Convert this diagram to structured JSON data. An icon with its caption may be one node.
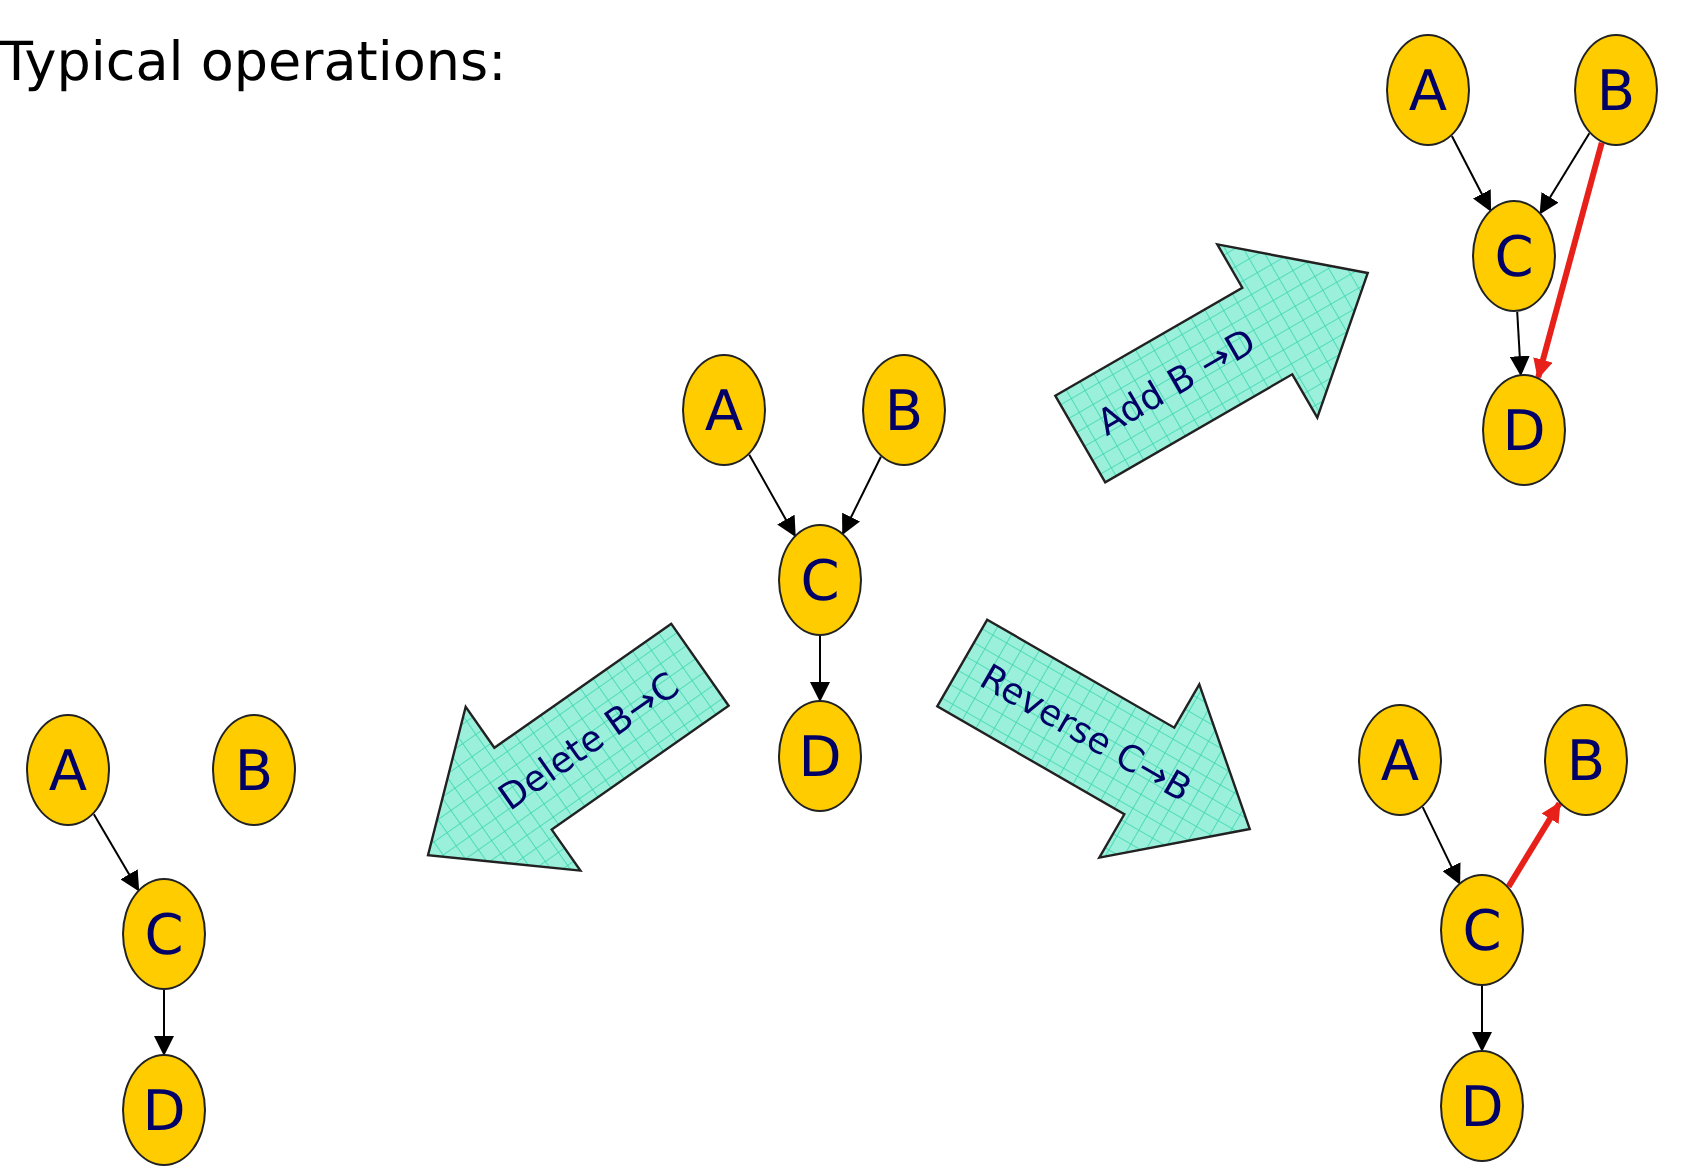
{
  "diagram": {
    "title": "Typical operations:",
    "nodes": [
      {
        "text": [
          "A"
        ]
      },
      {
        "text": [
          "B"
        ]
      },
      {
        "text": [
          "C"
        ]
      },
      {
        "text": [
          "D"
        ]
      },
      {
        "text": [
          "A"
        ]
      },
      {
        "text": [
          "B"
        ]
      },
      {
        "text": [
          "C"
        ]
      },
      {
        "text": [
          "D"
        ]
      },
      {
        "text": [
          "A"
        ]
      },
      {
        "text": [
          "B"
        ]
      },
      {
        "text": [
          "C"
        ]
      },
      {
        "text": [
          "D"
        ]
      },
      {
        "text": [
          "A"
        ]
      },
      {
        "text": [
          "B"
        ]
      },
      {
        "text": [
          "C"
        ]
      },
      {
        "text": [
          "D"
        ]
      },
      {
        "text": [
          "Add B →D"
        ]
      },
      {
        "text": [
          "Delete B→C"
        ]
      },
      {
        "text": [
          "Reverse C→B"
        ]
      }
    ],
    "edges": [
      {
        "from": 0,
        "to": 2,
        "arrow": "to"
      },
      {
        "from": 1,
        "to": 2,
        "arrow": "to"
      },
      {
        "from": 2,
        "to": 3,
        "arrow": "to"
      },
      {
        "from": 4,
        "to": 6,
        "arrow": "to"
      },
      {
        "from": 5,
        "to": 6,
        "arrow": "to"
      },
      {
        "from": 6,
        "to": 7,
        "arrow": "to"
      },
      {
        "from": 5,
        "to": 7,
        "arrow": "to",
        "style": "thick",
        "color": "#e8201a"
      },
      {
        "from": 8,
        "to": 10,
        "arrow": "to"
      },
      {
        "from": 10,
        "to": 11,
        "arrow": "to"
      },
      {
        "from": 12,
        "to": 14,
        "arrow": "to"
      },
      {
        "from": 14,
        "to": 13,
        "arrow": "to",
        "style": "thick",
        "color": "#e8201a"
      },
      {
        "from": 14,
        "to": 15,
        "arrow": "to"
      }
    ]
  }
}
